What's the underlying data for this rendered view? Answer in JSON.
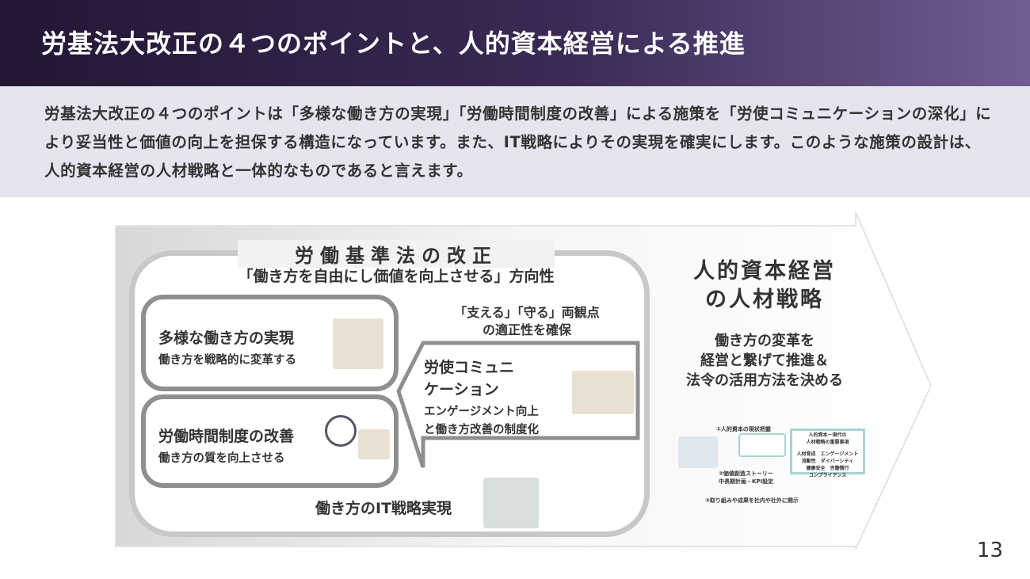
{
  "header": {
    "title": "労基法大改正の４つのポイントと、人的資本経営による推進"
  },
  "description": "労基法大改正の４つのポイントは「多様な働き方の実現」「労働時間制度の改善」による施策を「労使コミュニケーションの深化」により妥当性と価値の向上を担保する構造になっています。また、IT戦略によりその実現を確実にします。このような施策の設計は、人的資本経営の人材戦略と一体的なものであると言えます。",
  "diagram": {
    "law_title": "労働基準法の改正",
    "law_direction": "「働き方を自由にし価値を向上させる」方向性",
    "point1": {
      "title": "多様な働き方の実現",
      "sub": "働き方を戦略的に変革する"
    },
    "point2": {
      "title": "労働時間制度の改善",
      "sub": "働き方の質を向上させる"
    },
    "callout_top": [
      "「支える」「守る」両観点",
      "の適正性を確保"
    ],
    "point3": {
      "title": [
        "労使コミュニ",
        "ケーション"
      ],
      "sub": [
        "エンゲージメント向上",
        "と働き方改善の制度化"
      ]
    },
    "point4": {
      "title": "働き方のIT戦略実現"
    },
    "hc_title": [
      "人的資本経営",
      "の人材戦略"
    ],
    "hc_sub": [
      "働き方の変革を",
      "経営と繋げて推進＆",
      "法令の活用方法を決める"
    ],
    "mini": {
      "step1": "①人的資本の現状把握",
      "box_title": [
        "人的資本－現代の",
        "人材戦略の重要事項"
      ],
      "box_items": [
        "人材育成　エンゲージメント",
        "流動性　ダイバーシティ",
        "健康安全　労働慣行",
        "コンプライアンス"
      ],
      "step2": [
        "②価値創造ストーリー",
        "中長期計画・KPI設定"
      ],
      "step3": "③取り組みや成果を社内や社外に開示"
    }
  },
  "page_number": "13"
}
